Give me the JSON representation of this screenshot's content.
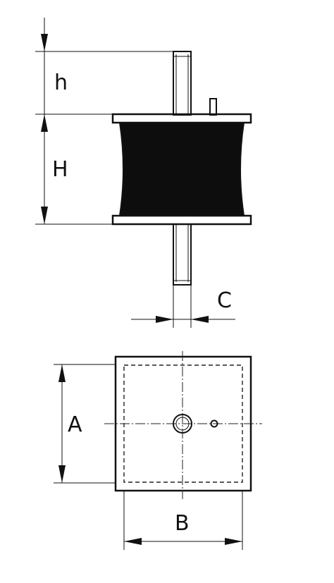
{
  "labels": {
    "h": "h",
    "H": "H",
    "C": "C",
    "A": "A",
    "B": "B"
  },
  "colors": {
    "ink": "#111111",
    "rubber": "#0d0d0d",
    "background": "#ffffff"
  }
}
